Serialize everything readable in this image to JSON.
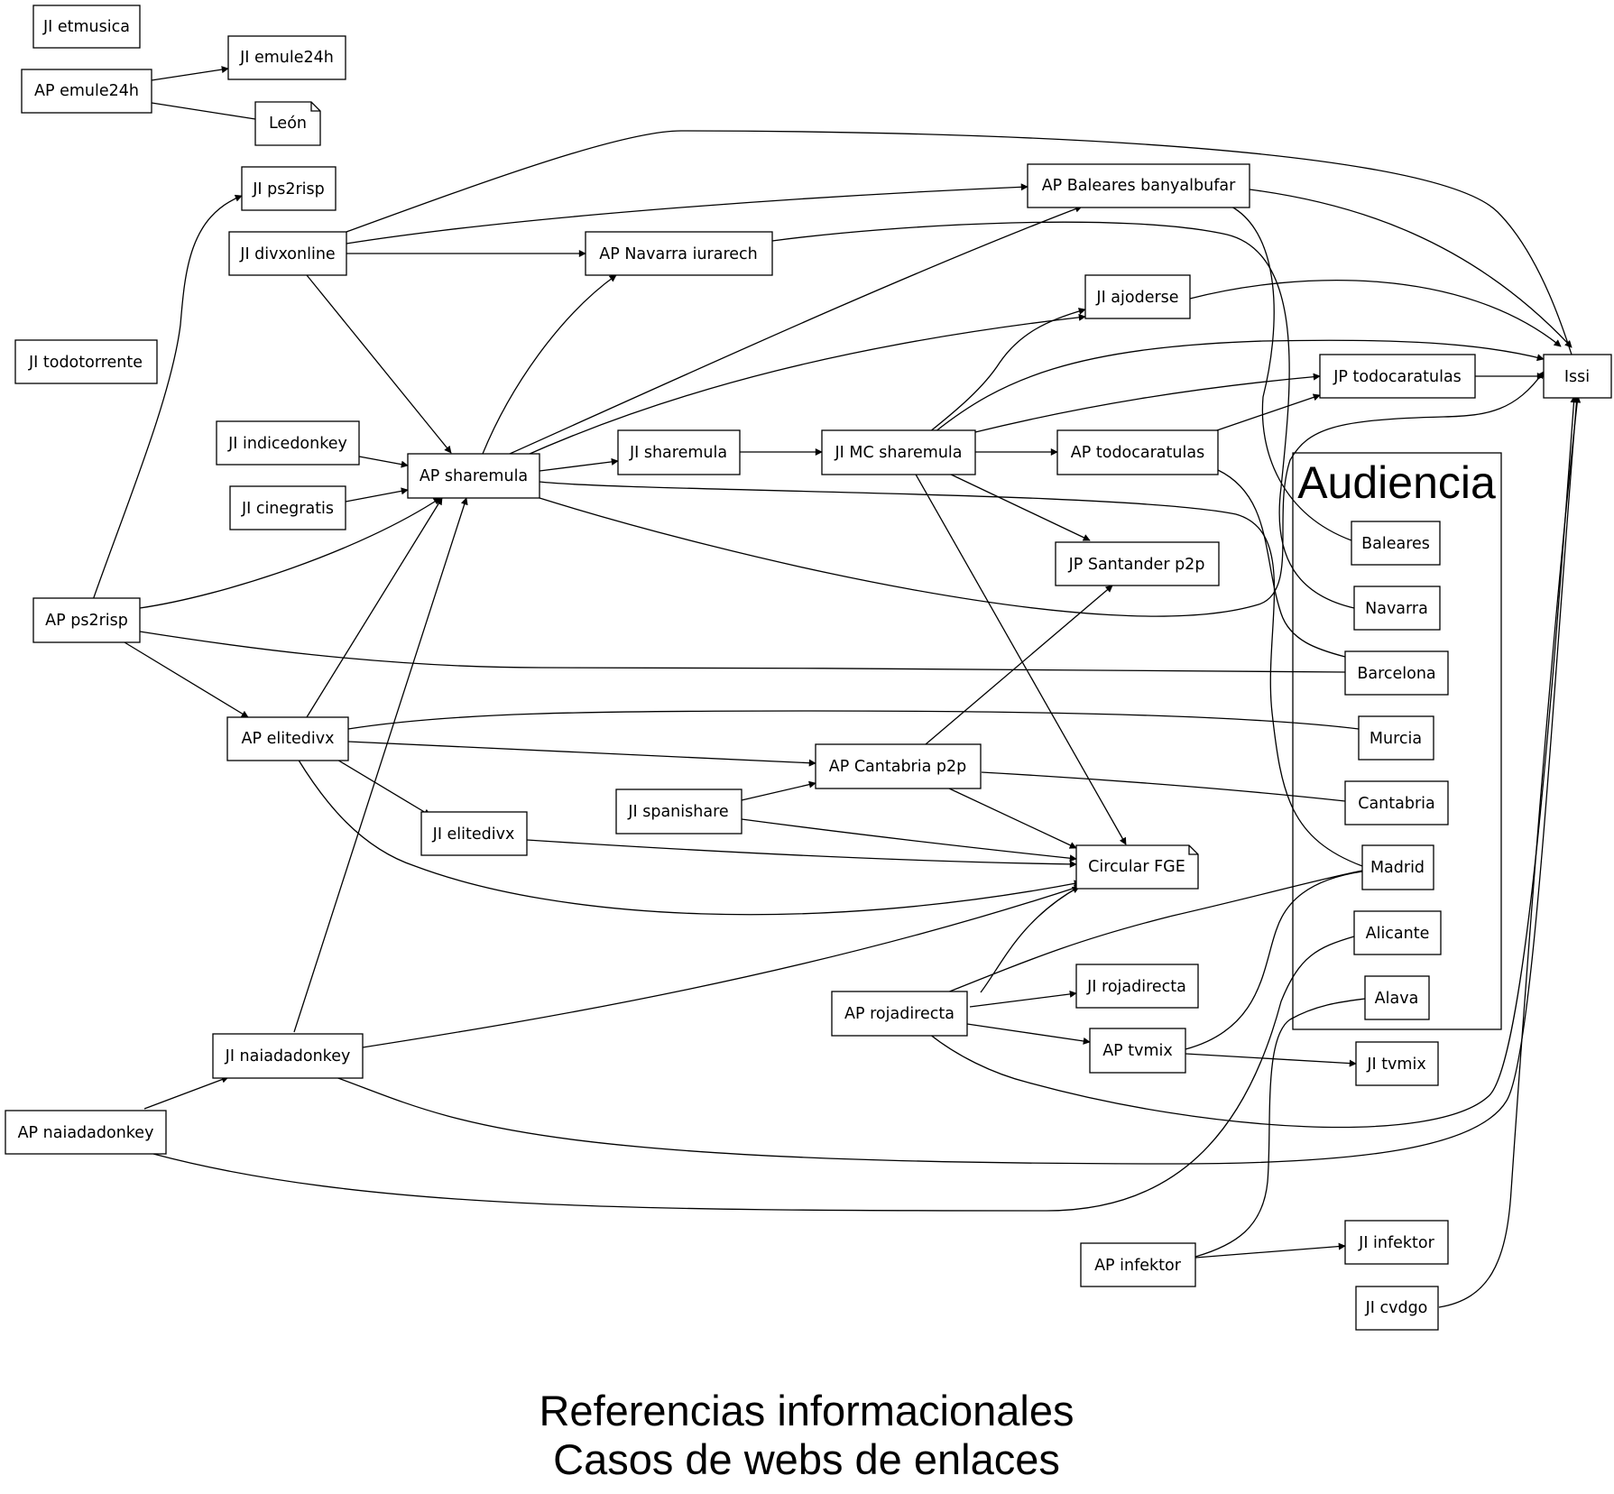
{
  "title_lines": [
    "Referencias informacionales",
    "Casos de webs de enlaces"
  ],
  "cluster": {
    "label": "Audiencia"
  },
  "nodes": {
    "etmusica": "JI etmusica",
    "emule24h_ap": "AP emule24h",
    "emule24h_ji": "JI emule24h",
    "leon": "León",
    "ps2risp_ji": "JI ps2risp",
    "divxonline": "JI divxonline",
    "todotorrente": "JI todotorrente",
    "indicedonkey": "JI indicedonkey",
    "cinegratis": "JI cinegratis",
    "sharemula_ap": "AP sharemula",
    "ps2risp_ap": "AP ps2risp",
    "elitedivx_ap": "AP elitedivx",
    "elitedivx_ji": "JI elitedivx",
    "naiadadonkey_ji": "JI naiadadonkey",
    "naiadadonkey_ap": "AP naiadadonkey",
    "navarra_ap": "AP Navarra iurarech",
    "baleares_ap": "AP Baleares banyalbufar",
    "ajoderse": "JI ajoderse",
    "sharemula_ji": "JI sharemula",
    "mc_sharemula": "JI MC sharemula",
    "todocaratulas_ap": "AP todocaratulas",
    "todocaratulas_jp": "JP todocaratulas",
    "santander": "JP Santander p2p",
    "cantabria_ap": "AP Cantabria p2p",
    "spanishare": "JI spanishare",
    "circular": "Circular FGE",
    "rojadirecta_ap": "AP rojadirecta",
    "rojadirecta_ji": "JI rojadirecta",
    "tvmix_ap": "AP tvmix",
    "tvmix_ji": "JI tvmix",
    "infektor_ap": "AP infektor",
    "infektor_ji": "JI infektor",
    "cvdgo": "JI cvdgo",
    "issi": "Issi",
    "baleares": "Baleares",
    "navarra": "Navarra",
    "barcelona": "Barcelona",
    "murcia": "Murcia",
    "cantabria": "Cantabria",
    "madrid": "Madrid",
    "alicante": "Alicante",
    "alava": "Alava"
  }
}
